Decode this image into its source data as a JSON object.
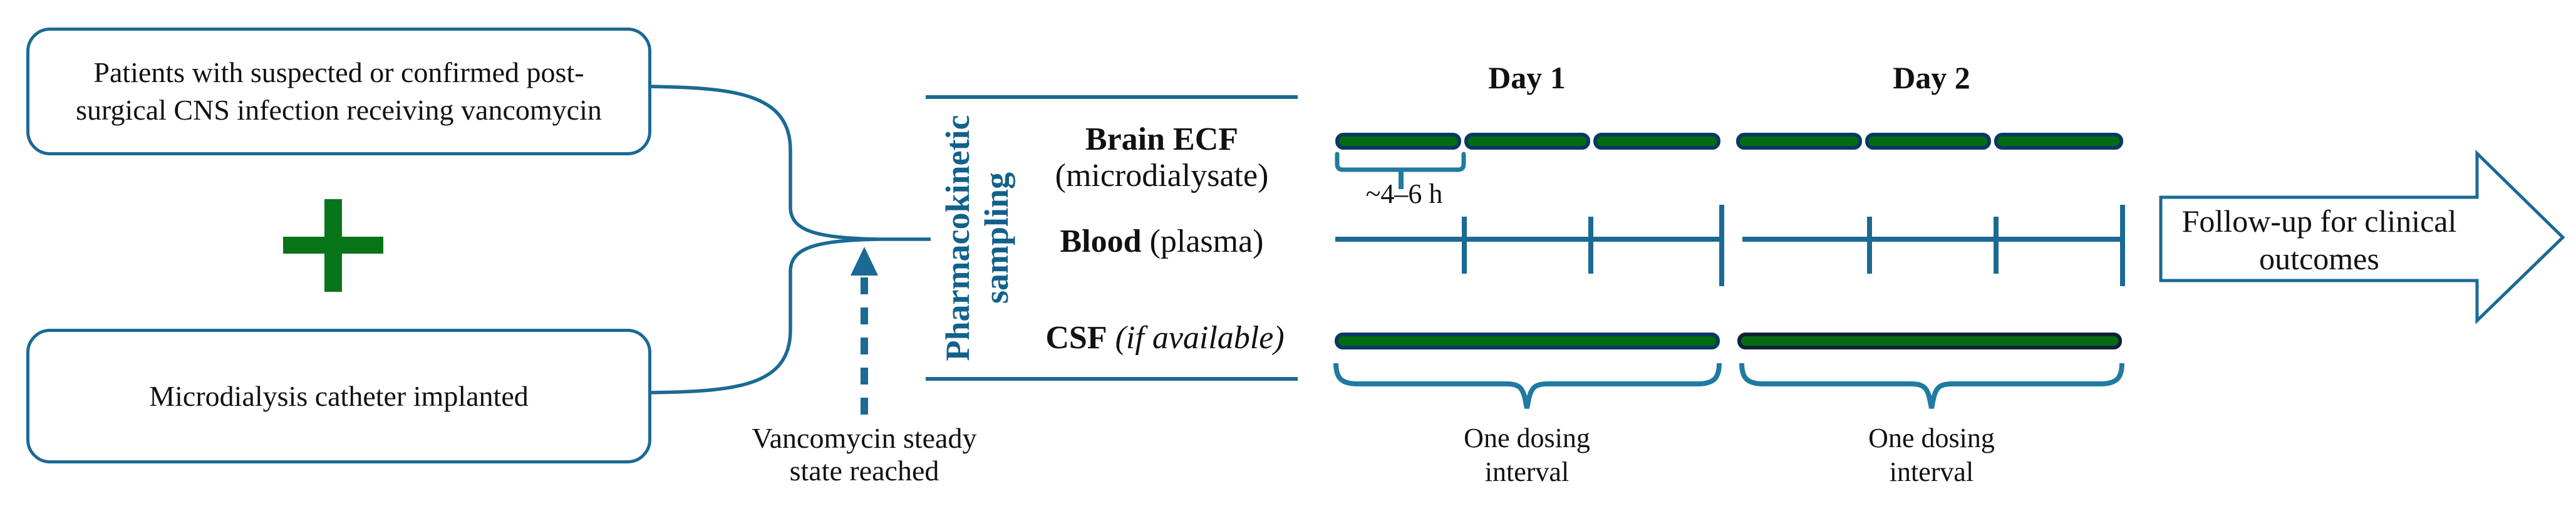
{
  "boxes": {
    "patients": {
      "line1": "Patients with suspected or confirmed post-",
      "line2": "surgical CNS infection receiving vancomycin"
    },
    "catheter": {
      "label": "Microdialysis catheter implanted"
    }
  },
  "steady_note": {
    "line1": "Vancomycin steady",
    "line2": "state reached"
  },
  "sampling": {
    "vertical_label": {
      "line1": "Pharmacokinetic",
      "line2": "sampling"
    },
    "rows": [
      {
        "bold": "Brain ECF",
        "paren": "(microdialysate)"
      },
      {
        "bold": "Blood",
        "paren": "(plasma)"
      },
      {
        "bold": "CSF",
        "paren": "(if available)"
      }
    ]
  },
  "timeline": {
    "day_headers": [
      "Day 1",
      "Day 2"
    ],
    "duration_note": "~4–6 h",
    "intervals": [
      {
        "line1": "One dosing",
        "line2": "interval"
      },
      {
        "line1": "One dosing",
        "line2": "interval"
      }
    ],
    "brain_ecf_segments_per_day": 3,
    "csf_bars_per_day": 1,
    "blood_ticks_per_day": 3
  },
  "followup": {
    "line1": "Follow-up for clinical",
    "line2": "outcomes"
  },
  "colors": {
    "teal": "#1a6a93",
    "teal-brace": "#1f7ba1",
    "teal-text": "#12618b",
    "navy": "#083a63",
    "navy-dark": "#0e2137",
    "green": "#056b10",
    "green-plus": "#087418",
    "ink": "#111111"
  }
}
